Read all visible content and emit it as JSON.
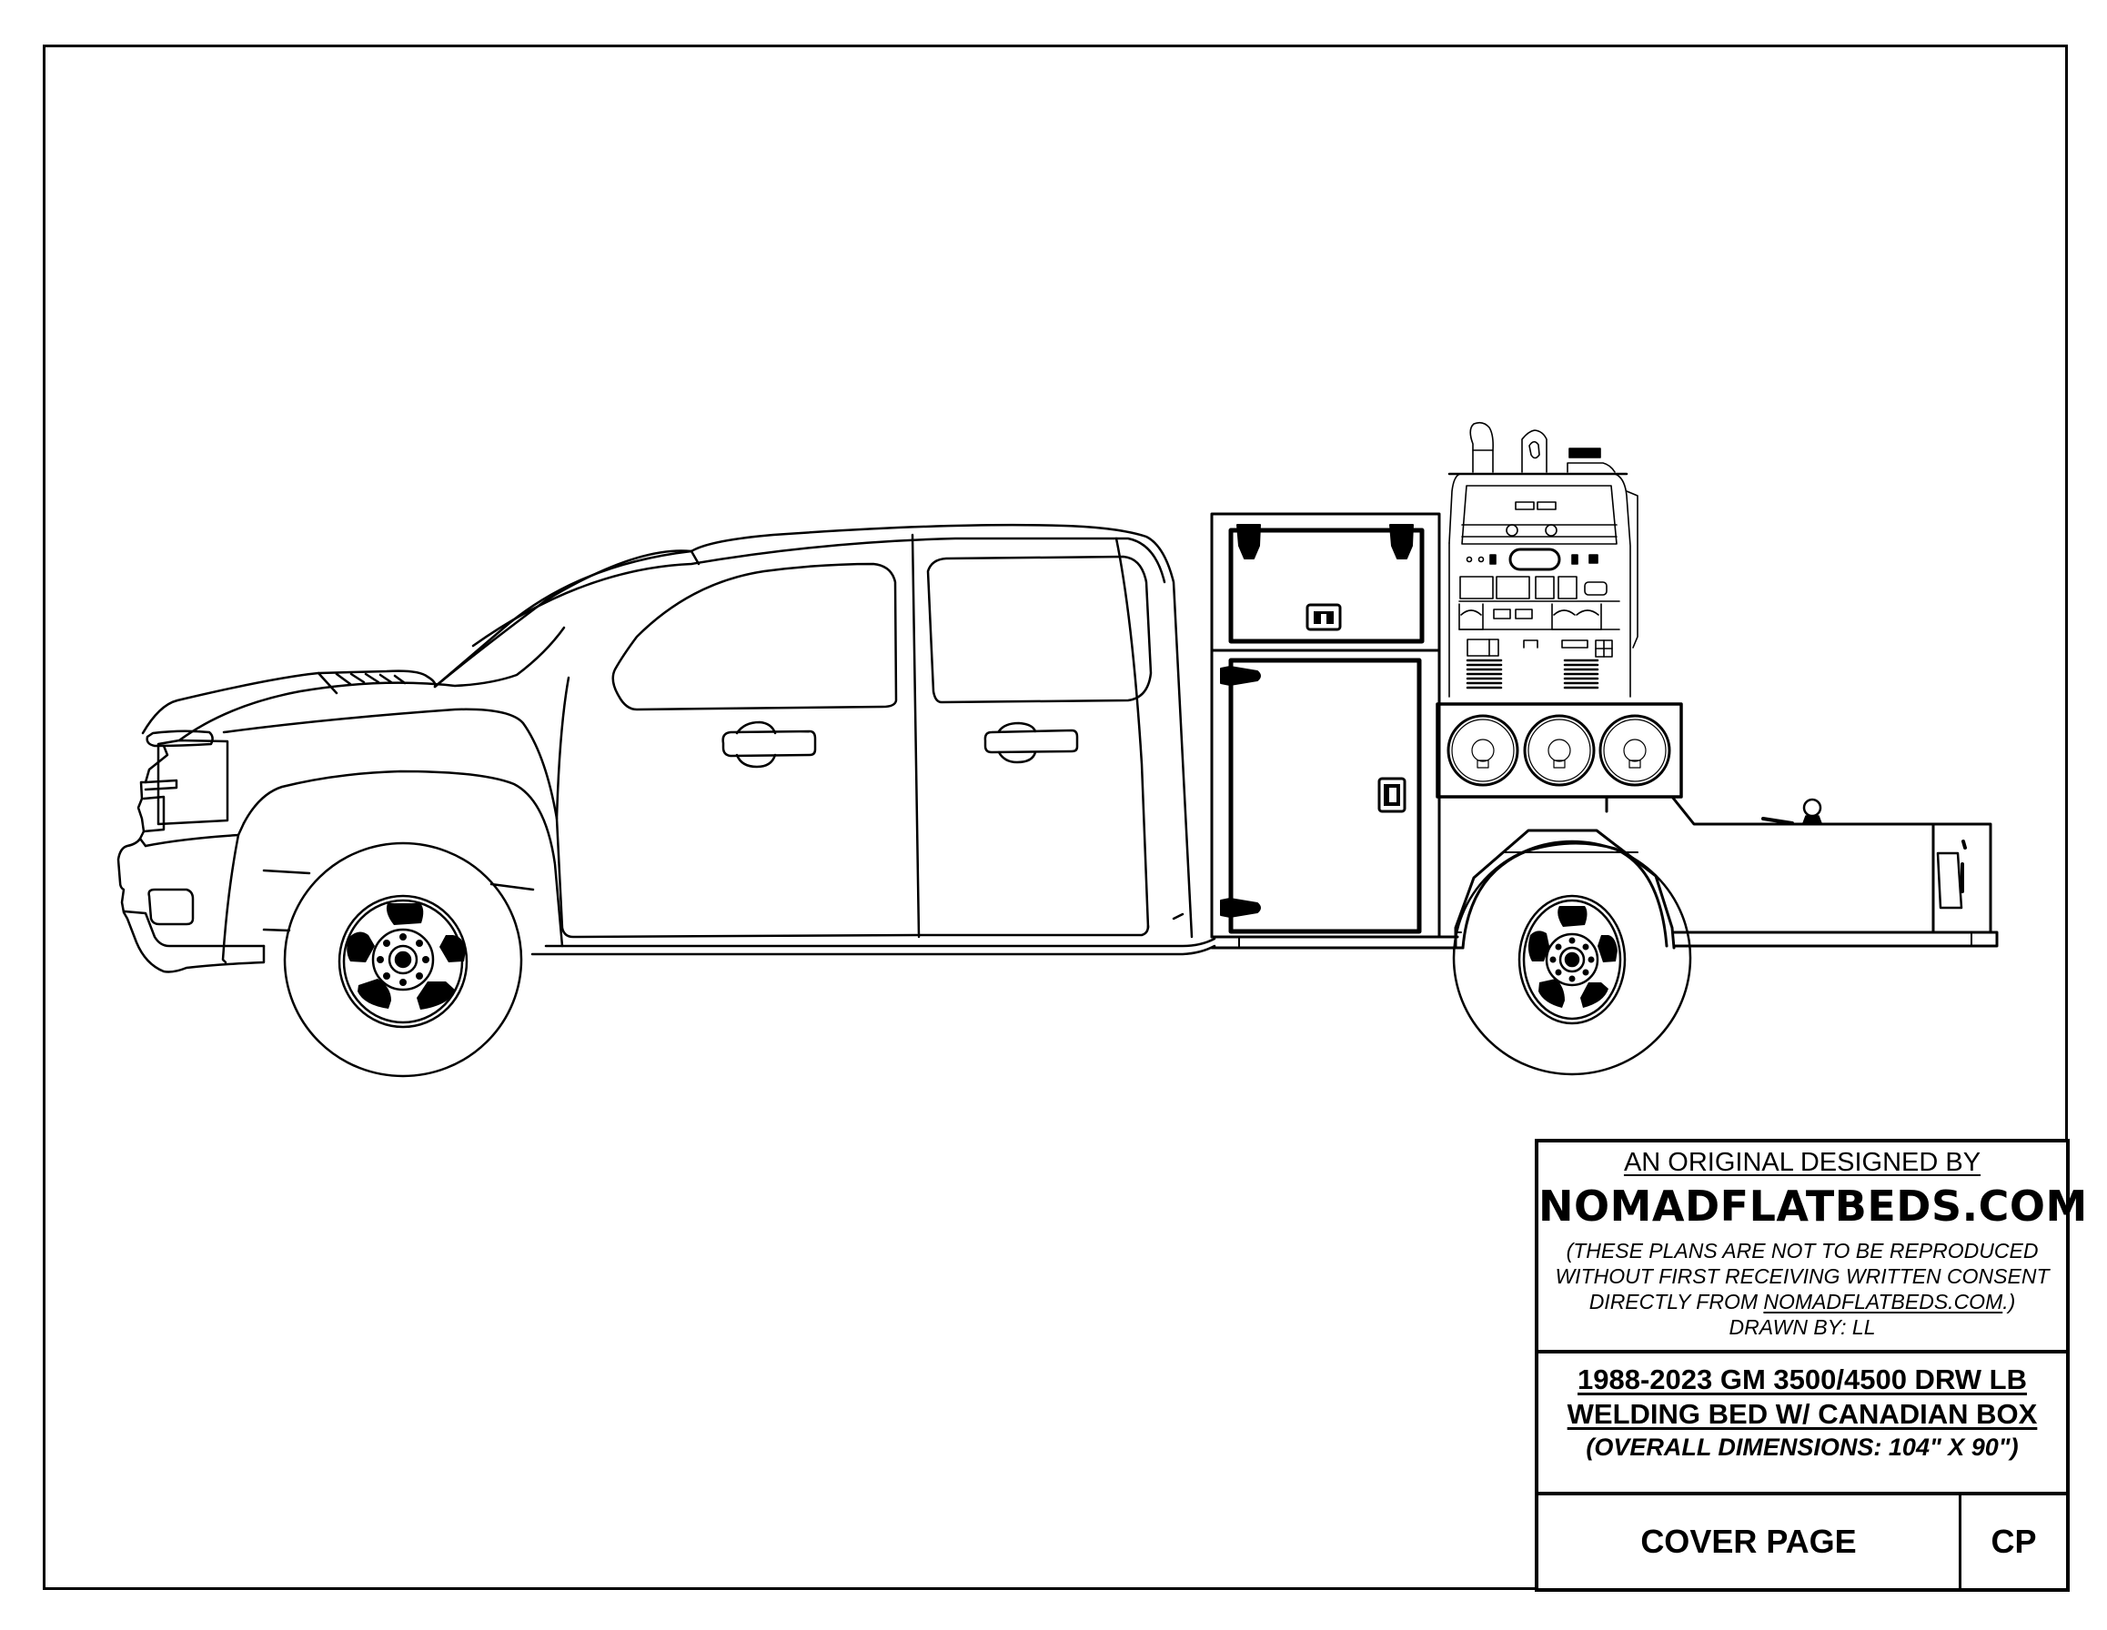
{
  "sheet": {
    "border_color": "#000000",
    "background": "#ffffff"
  },
  "drawing": {
    "subject": "GM 3500/4500 crew cab dually truck with welding bed",
    "components": [
      "truck-cab",
      "front-wheel",
      "rear-wheel",
      "upper-storage-box",
      "lower-storage-door",
      "welder-generator",
      "wire-spool-box",
      "gooseneck-hitch-ball",
      "headache-rack-post",
      "rear-bumper",
      "fender"
    ]
  },
  "title_block": {
    "designed_by_label": "AN ORIGINAL DESIGNED BY",
    "brand": "NOMADFLATBEDS.COM",
    "notice_line1": "(THESE PLANS ARE NOT TO BE REPRODUCED",
    "notice_line2": "WITHOUT FIRST RECEIVING WRITTEN CONSENT",
    "notice_line3_prefix": "DIRECTLY FROM ",
    "notice_line3_link": "NOMADFLATBEDS.COM",
    "notice_line3_suffix": ".)",
    "drawn_by": "DRAWN BY: LL",
    "model_line1": "1988-2023 GM 3500/4500 DRW LB",
    "model_line2": "WELDING BED W/ CANADIAN BOX",
    "dimensions": "(OVERALL DIMENSIONS: 104\" X 90\")",
    "sheet_name": "COVER PAGE",
    "sheet_number": "CP"
  }
}
